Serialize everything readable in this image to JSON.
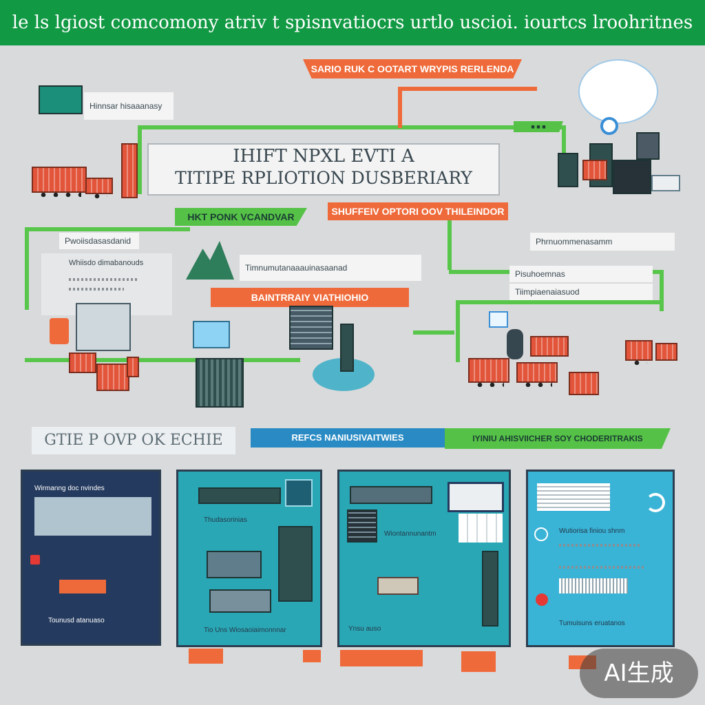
{
  "header": {
    "title": "le ls lgiost comcomony atriv t spisnvatiocrs urtlo uscioi. iourtcs lroohritnes"
  },
  "banners": {
    "top_orange": "SARIO RUK C OOTART WRYPIS RERLENDA",
    "center_title_line1": "IHIFT NPXL EVTI A",
    "center_title_line2": "TITIPE RPLIOTION DUSBERIARY",
    "green_mid": "HKT PONK VCANDVAR",
    "orange_mid": "SHUFFEIV OPTORI OOV THILEINDOR",
    "orange_small": "BAINTRRAIY VIATHIOHIO",
    "section_title": "GTIE P OVP OK ECHIE",
    "blue_banner": "REFCS NANIUSIVAITWIES",
    "green_banner": "IYINIU AHISVIICHER SOY CHODERITRAKIS"
  },
  "labels": {
    "top_left_box": "Hinnsar hisaaanasy",
    "left_list_title": "Pwoiisdasasdanid",
    "left_list_body": "Whiisdo dimabanouds",
    "center_list": "Timnumutanaaauinasaanad",
    "right_box_1": "Phrnuommenasamm",
    "right_box_2": "Pisuhoemnas",
    "right_box_3": "Tiimpiaenaiasuod"
  },
  "panels": [
    {
      "title": "Wirmanng doc nvindes",
      "caption": "Tounusd atanuaso",
      "footer": ""
    },
    {
      "title": "",
      "caption": "Thudasorinias",
      "footer": "Tio Uns Wiosaoiaimonnnar"
    },
    {
      "title": "",
      "caption": "Wiontannunantm",
      "footer": "Ynsu auso"
    },
    {
      "title": "",
      "caption": "Wutiorisa finiou shnm",
      "footer": "Tumuisuns eruatanos"
    }
  ],
  "watermark": "AI生成",
  "colors": {
    "green": "#129944",
    "orange": "#ef6a3a",
    "pipe": "#58c64a",
    "navy": "#243a5e",
    "teal": "#2aa7b5"
  }
}
